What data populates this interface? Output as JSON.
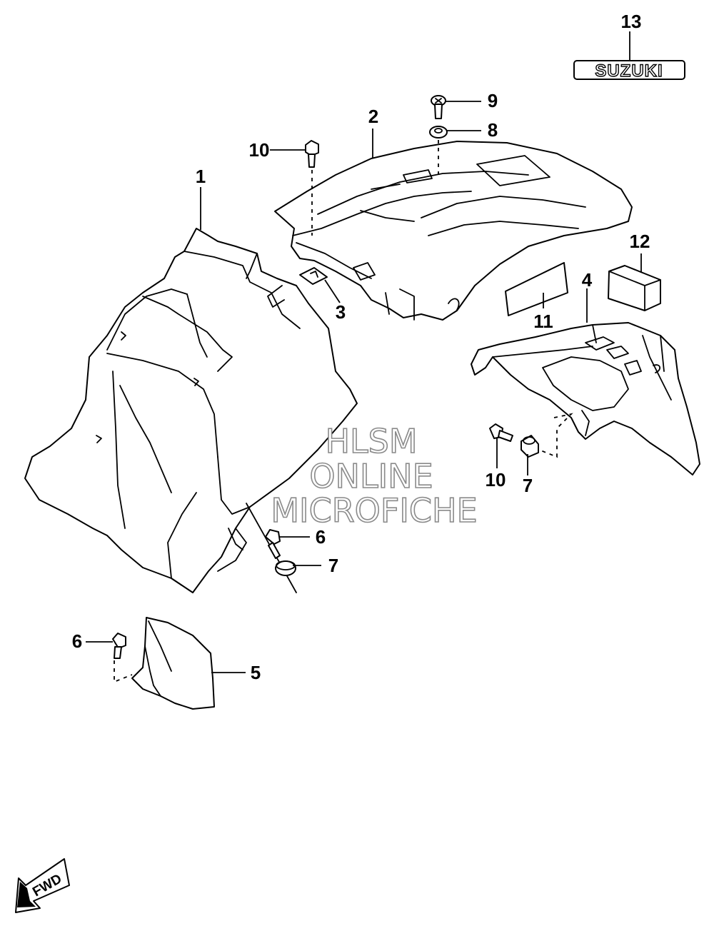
{
  "callouts": [
    {
      "id": "c1",
      "label": "1"
    },
    {
      "id": "c2",
      "label": "2"
    },
    {
      "id": "c3",
      "label": "3"
    },
    {
      "id": "c4",
      "label": "4"
    },
    {
      "id": "c5",
      "label": "5"
    },
    {
      "id": "c6a",
      "label": "6"
    },
    {
      "id": "c6b",
      "label": "6"
    },
    {
      "id": "c7a",
      "label": "7"
    },
    {
      "id": "c7b",
      "label": "7"
    },
    {
      "id": "c8",
      "label": "8"
    },
    {
      "id": "c9",
      "label": "9"
    },
    {
      "id": "c10a",
      "label": "10"
    },
    {
      "id": "c10b",
      "label": "10"
    },
    {
      "id": "c11",
      "label": "11"
    },
    {
      "id": "c12",
      "label": "12"
    },
    {
      "id": "c13",
      "label": "13"
    }
  ],
  "emblem": {
    "text": "SUZUKI"
  },
  "fwd": {
    "text": "FWD"
  },
  "watermark": {
    "line1": "HLSM",
    "line2": "ONLINE",
    "line3": "MICROFICHE"
  }
}
